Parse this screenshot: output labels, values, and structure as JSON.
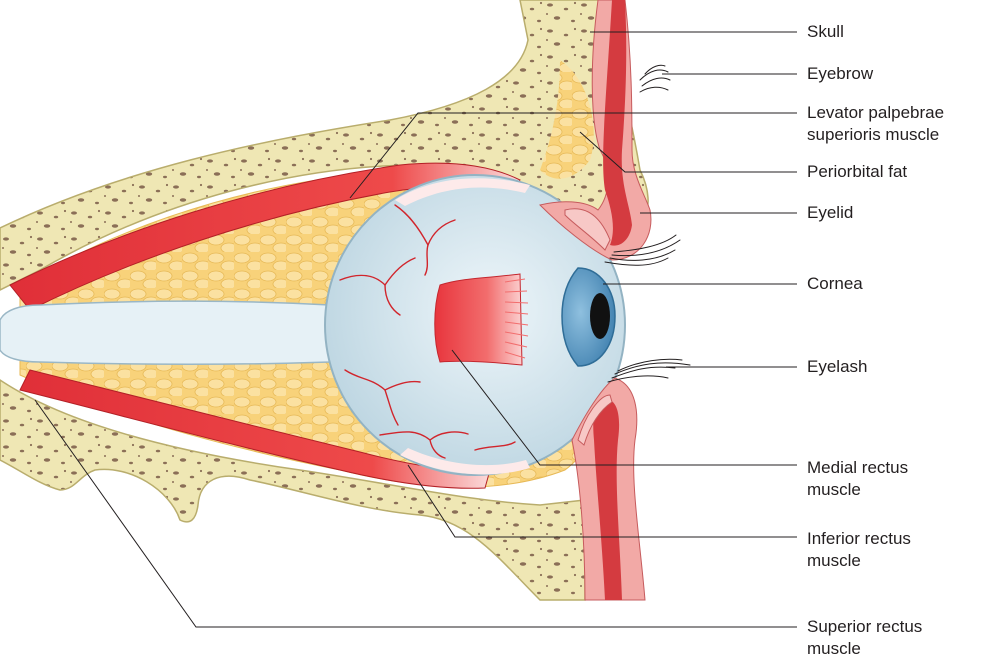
{
  "labels": {
    "skull": "Skull",
    "eyebrow": "Eyebrow",
    "levator": [
      "Levator palpebrae",
      "superioris muscle"
    ],
    "periorbital_fat": "Periorbital fat",
    "eyelid": "Eyelid",
    "cornea": "Cornea",
    "eyelash": "Eyelash",
    "medial_rectus": [
      "Medial rectus",
      "muscle"
    ],
    "inferior_rectus": [
      "Inferior rectus",
      "muscle"
    ],
    "superior_rectus": [
      "Superior rectus",
      "muscle"
    ]
  },
  "colors": {
    "bone": "#efe7b4",
    "bone_pores": "#8b6f57",
    "fat": "#f8d27a",
    "muscle": "#e8353d",
    "muscle_light": "#f7a3a3",
    "skin": "#f2a9a6",
    "skin_dark": "#c2373d",
    "eyeball": "#d4e6ee",
    "cornea": "#5b9bc7",
    "pupil": "#111111",
    "leader_line": "#231f20"
  }
}
